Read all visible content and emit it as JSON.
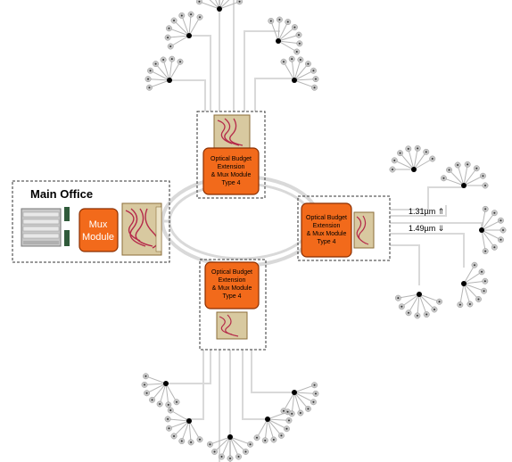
{
  "main_office": {
    "title": "Main Office",
    "mux_label": [
      "Mux",
      "Module"
    ]
  },
  "modules": {
    "top": [
      "Optical Budget",
      "Extension",
      "& Mux Module",
      "Type 4"
    ],
    "right": [
      "Optical Budget",
      "Extension",
      "& Mux Module",
      "Type 4"
    ],
    "bottom": [
      "Optical Budget",
      "Extension",
      "& Mux Module",
      "Type 4"
    ]
  },
  "wavelengths": {
    "upstream": "1.31µm ⇑",
    "downstream": "1.49µm ⇓"
  },
  "colors": {
    "module_fill": "#f26a1b",
    "module_stroke": "#8a2e00",
    "fiber": "#d9d9d9",
    "node": "#000000",
    "terminal": "#c8c8c8"
  }
}
